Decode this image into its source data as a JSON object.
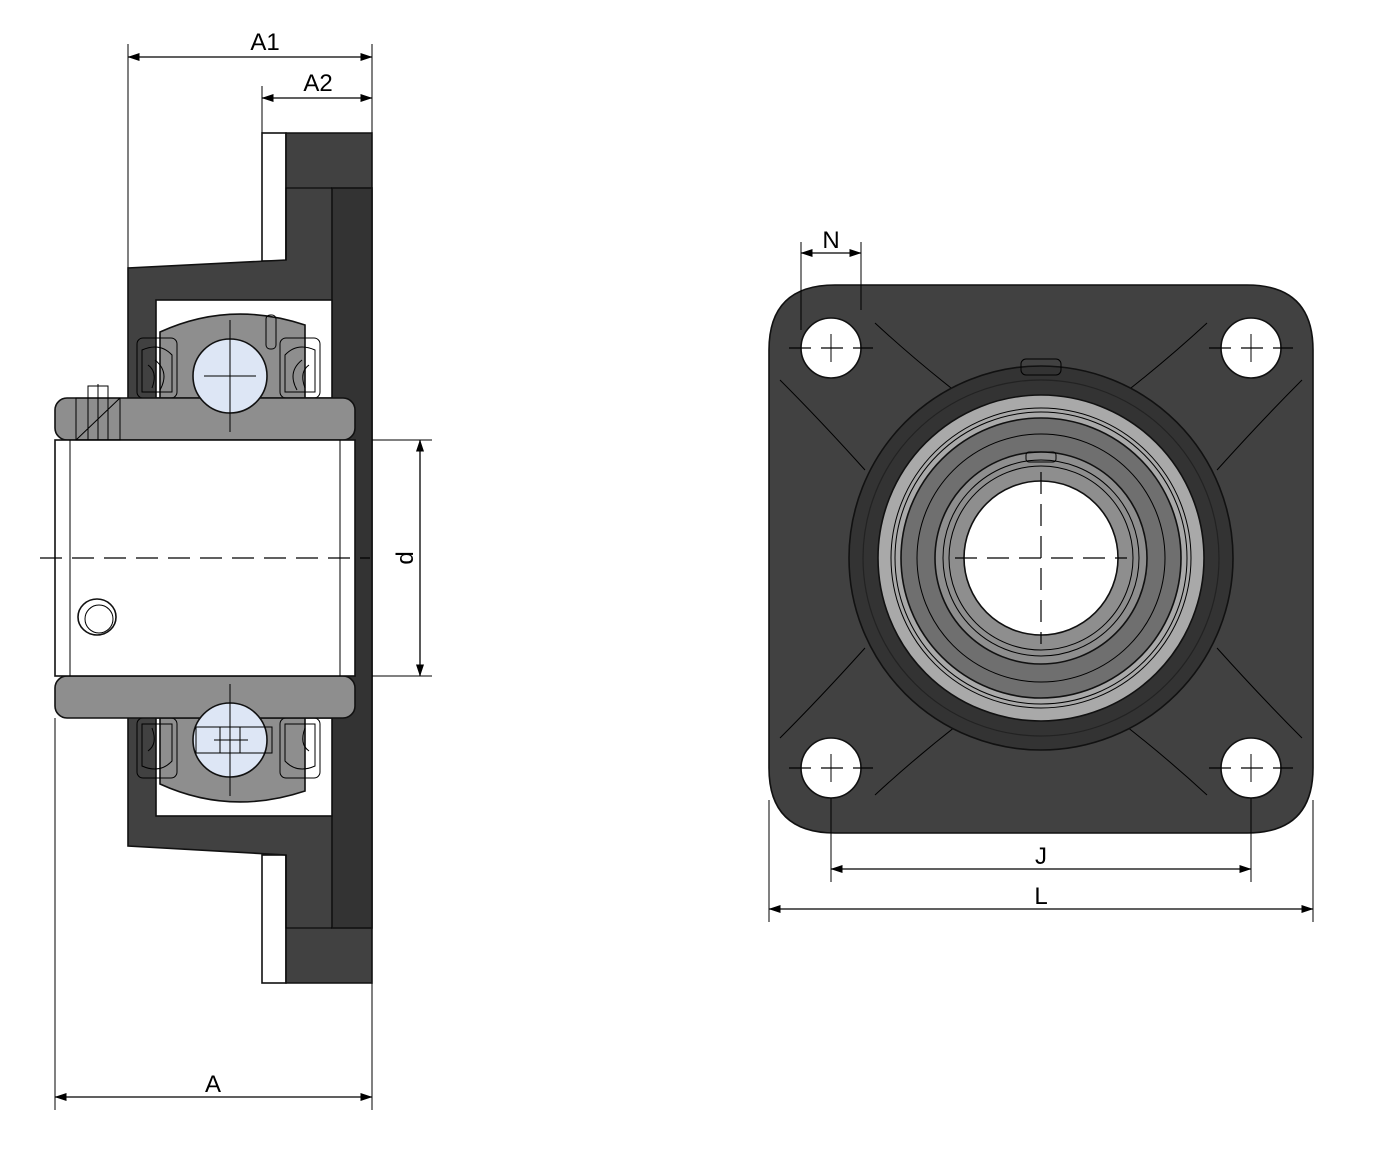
{
  "dimensions": {
    "a1": "A1",
    "a2": "A2",
    "a": "A",
    "d": "d",
    "n": "N",
    "j": "J",
    "l": "L"
  },
  "colors": {
    "housing": "#414141",
    "housing_dark": "#333333",
    "ring": "#8e8e8e",
    "ring_light": "#a9a9a9",
    "ball": "#dde6f5",
    "line": "#000000",
    "background": "#ffffff"
  }
}
